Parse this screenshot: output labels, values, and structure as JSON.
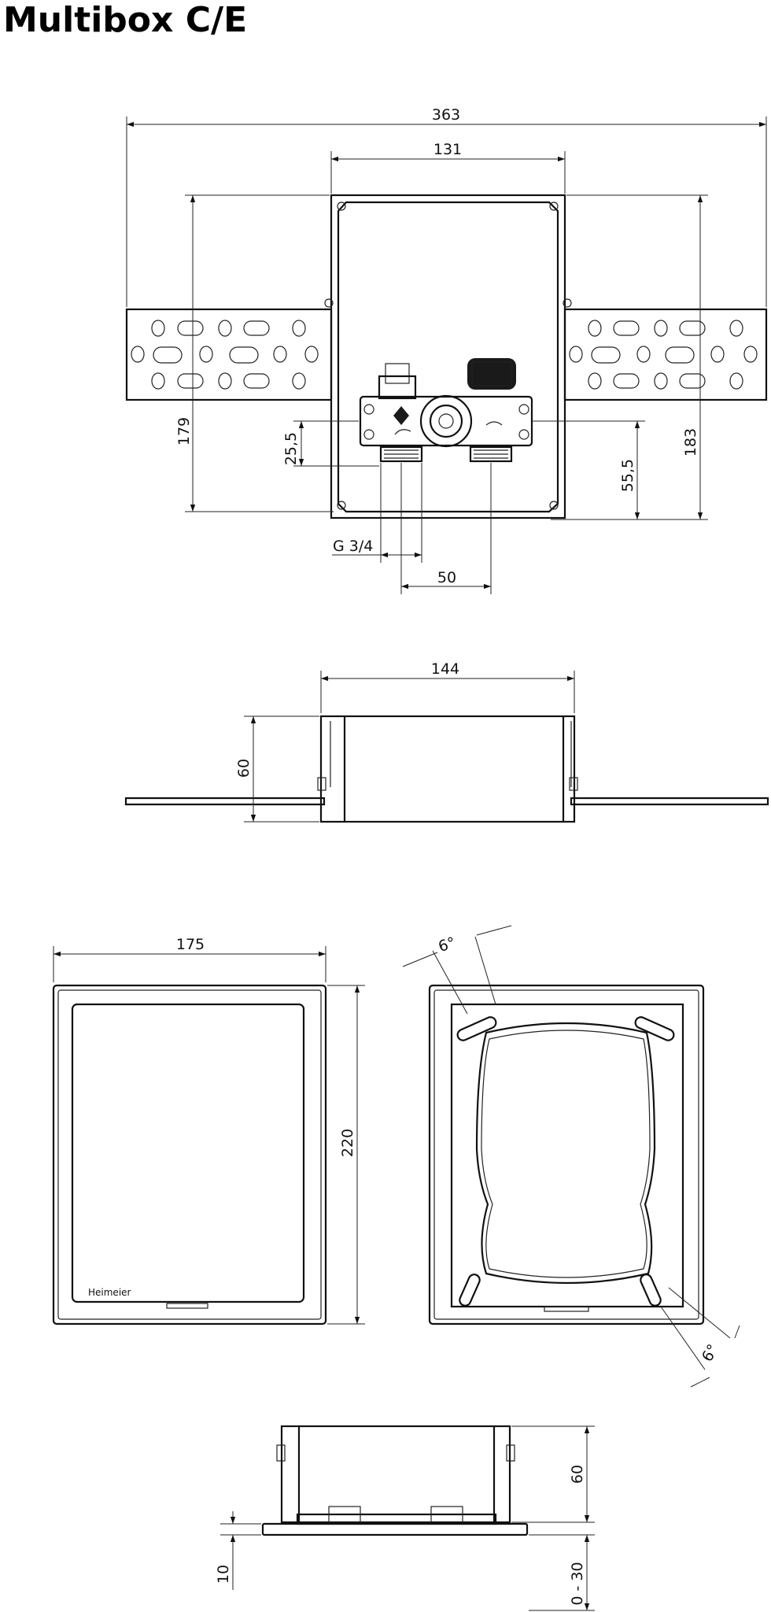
{
  "title": "Multibox C/E",
  "colors": {
    "line": "#111111",
    "background": "#ffffff"
  },
  "front_view": {
    "dims": {
      "overall_width": "363",
      "box_width": "131",
      "left_height": "179",
      "right_height": "183",
      "thread_height": "25,5",
      "outlet_height": "55,5",
      "thread": "G 3/4",
      "spacing": "50"
    }
  },
  "side_view": {
    "dims": {
      "width": "144",
      "depth": "60"
    }
  },
  "cover_view": {
    "dims": {
      "width": "175",
      "height": "220"
    },
    "brand": "Heimeier"
  },
  "frame_view": {
    "dims": {
      "angle_top": "6°",
      "angle_bottom": "6°"
    }
  },
  "bottom_view": {
    "dims": {
      "depth": "60",
      "flange": "10",
      "range": "0 - 30"
    }
  }
}
